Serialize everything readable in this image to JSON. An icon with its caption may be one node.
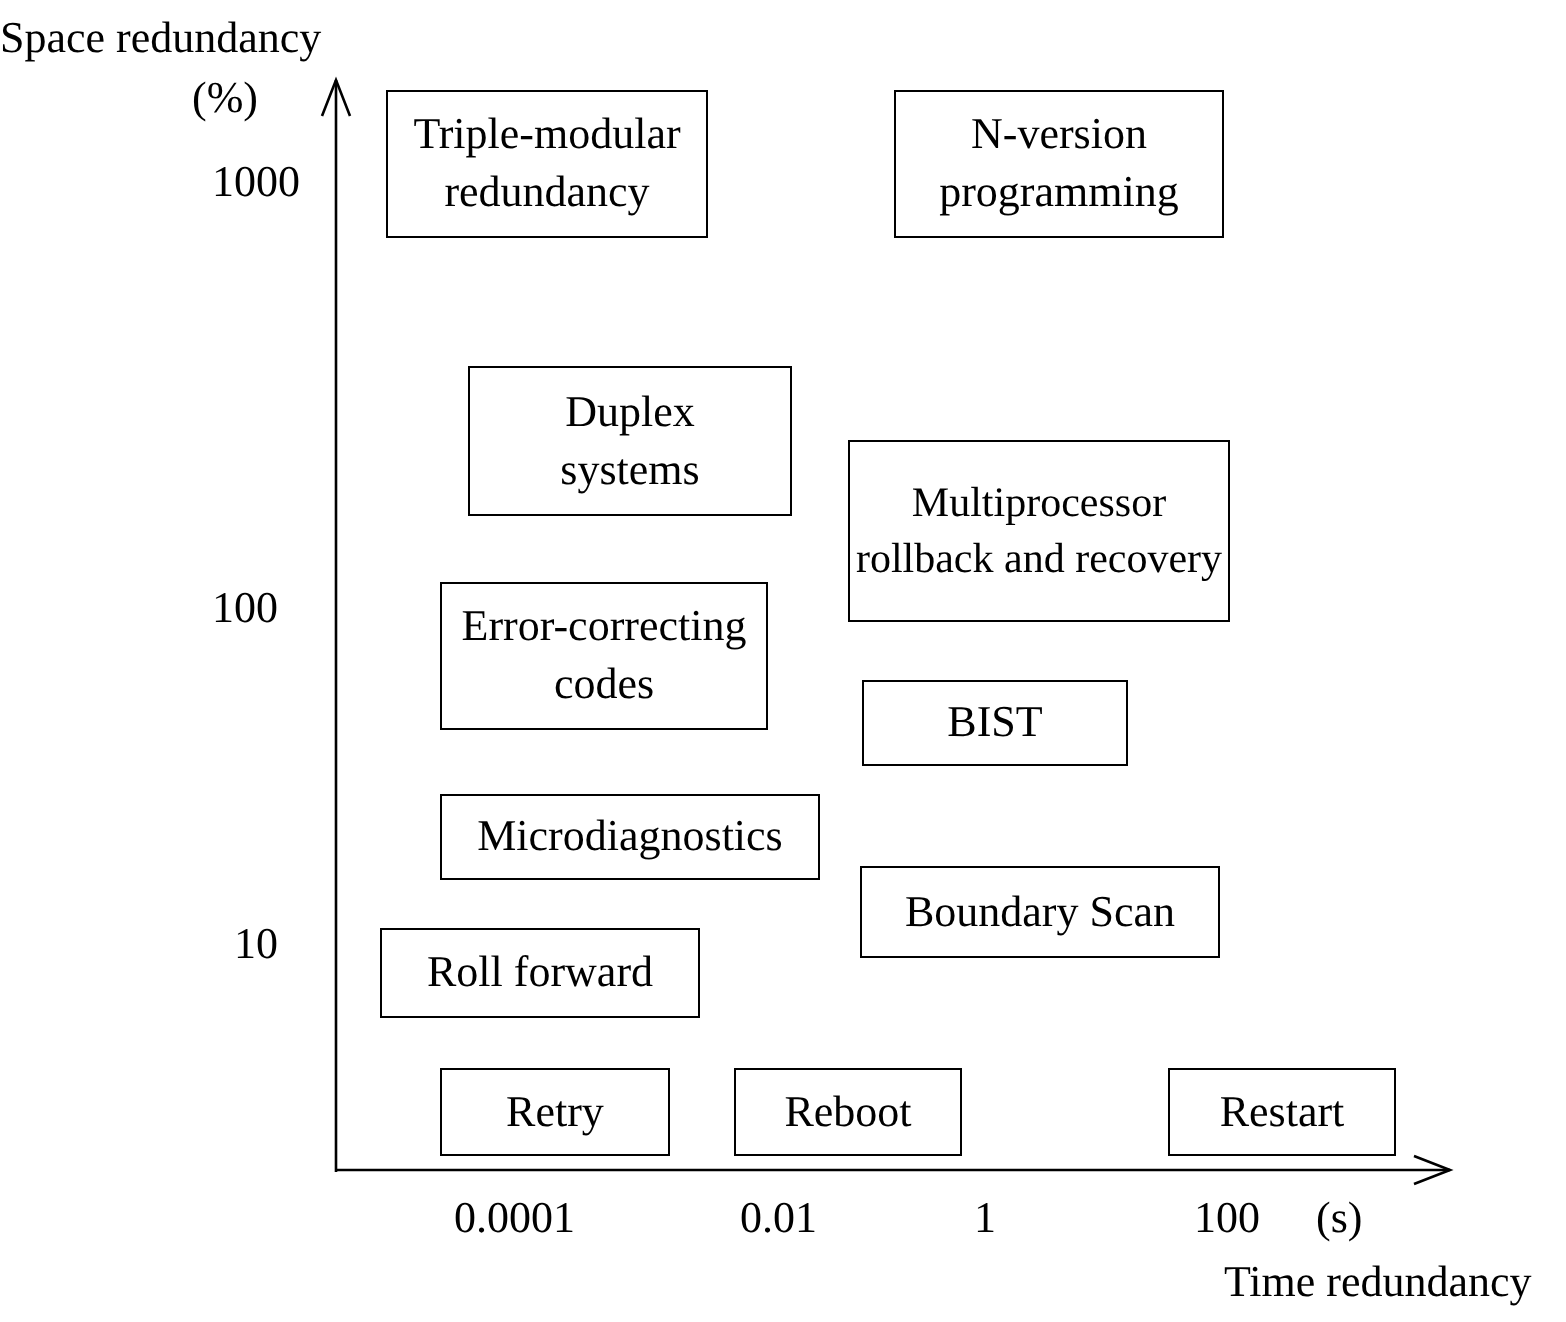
{
  "diagram": {
    "nodes": [
      {
        "text": [
          "Triple-modular redundancy"
        ]
      },
      {
        "text": [
          "N-version programming"
        ]
      },
      {
        "text": [
          "Duplex systems"
        ]
      },
      {
        "text": [
          "Multiprocessor rollback and recovery"
        ]
      },
      {
        "text": [
          "Error-correcting codes"
        ]
      },
      {
        "text": [
          "BIST"
        ]
      },
      {
        "text": [
          "Microdiagnostics"
        ]
      },
      {
        "text": [
          "Boundary Scan"
        ]
      },
      {
        "text": [
          "Roll forward"
        ]
      },
      {
        "text": [
          "Retry"
        ]
      },
      {
        "text": [
          "Reboot"
        ]
      },
      {
        "text": [
          "Restart"
        ]
      }
    ],
    "edges": [],
    "labels": [
      "Space redundancy",
      "(%)",
      "1000",
      "100",
      "10",
      "0.0001",
      "0.01",
      "1",
      "100",
      "(s)",
      "Time redundancy"
    ]
  }
}
